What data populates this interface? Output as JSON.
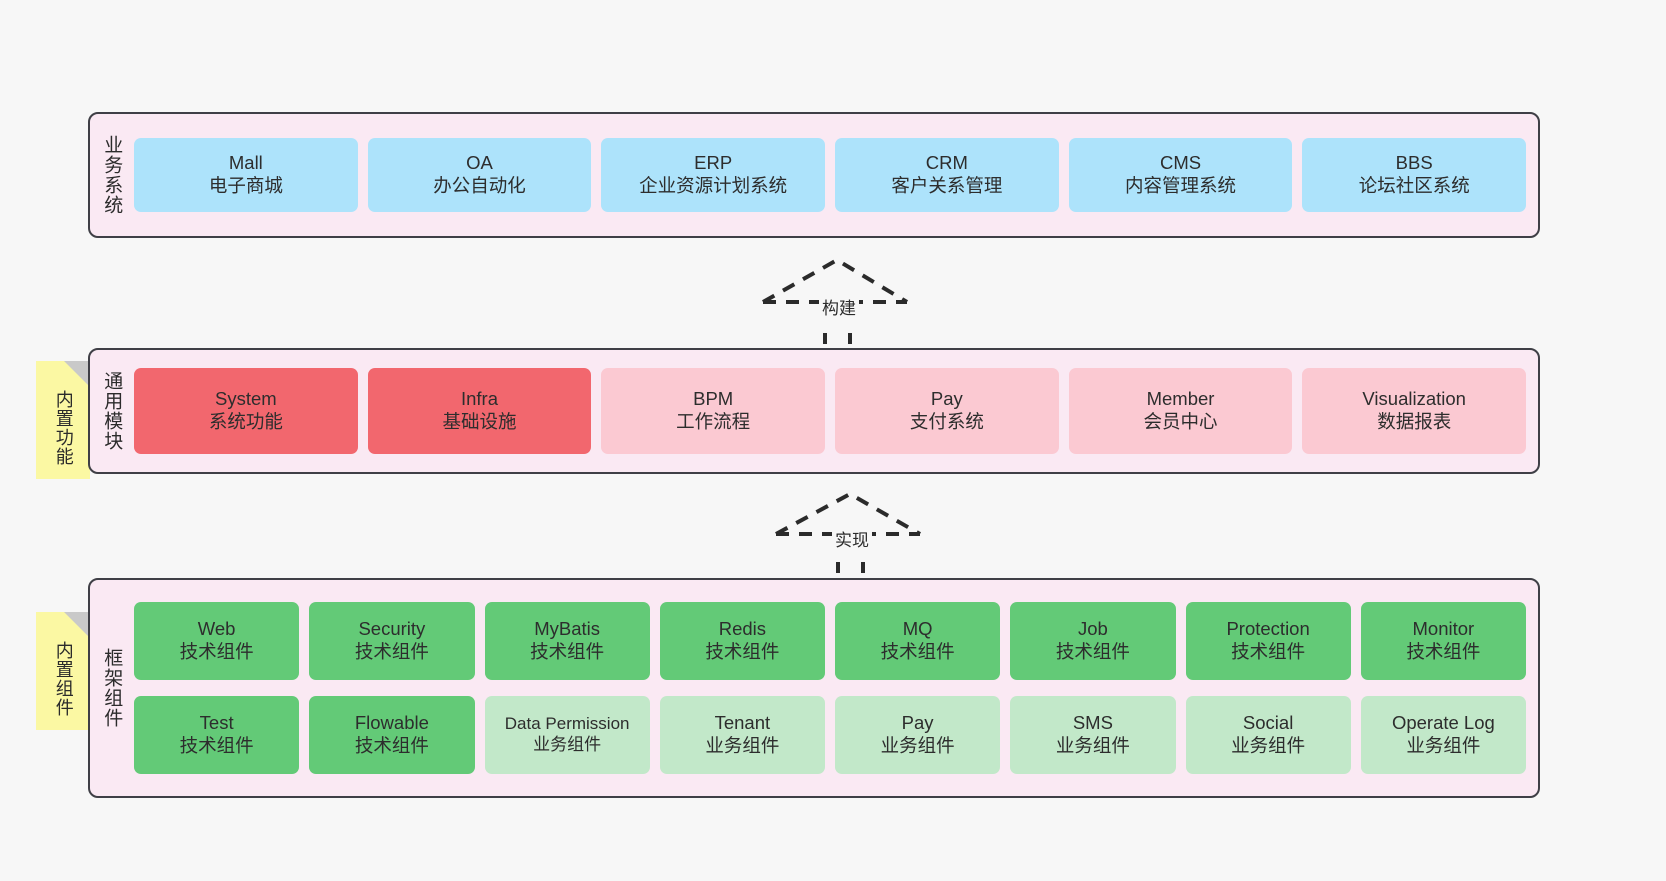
{
  "diagram": {
    "title": "ruoyi-vue-pro architecture layers",
    "colors": {
      "layer_bg": "#fae9f3",
      "layer_border": "#3f3f46",
      "business": "#ade3fb",
      "module_primary": "#f2676e",
      "module_secondary": "#fbc9d2",
      "tech_component": "#63ca77",
      "biz_component": "#c2e8c9",
      "sticky": "#fbf8a3",
      "sticky_fold": "#c9c9c9",
      "canvas": "#f7f7f7"
    },
    "layers": [
      {
        "id": "business-system",
        "title": "业务系统",
        "cards": [
          {
            "l1": "Mall",
            "l2": "电子商城",
            "color": "blue"
          },
          {
            "l1": "OA",
            "l2": "办公自动化",
            "color": "blue"
          },
          {
            "l1": "ERP",
            "l2": "企业资源计划系统",
            "color": "blue"
          },
          {
            "l1": "CRM",
            "l2": "客户关系管理",
            "color": "blue"
          },
          {
            "l1": "CMS",
            "l2": "内容管理系统",
            "color": "blue"
          },
          {
            "l1": "BBS",
            "l2": "论坛社区系统",
            "color": "blue"
          }
        ]
      },
      {
        "id": "common-module",
        "title": "通用模块",
        "sticky": "内置功能",
        "cards": [
          {
            "l1": "System",
            "l2": "系统功能",
            "color": "red"
          },
          {
            "l1": "Infra",
            "l2": "基础设施",
            "color": "red"
          },
          {
            "l1": "BPM",
            "l2": "工作流程",
            "color": "pink"
          },
          {
            "l1": "Pay",
            "l2": "支付系统",
            "color": "pink"
          },
          {
            "l1": "Member",
            "l2": "会员中心",
            "color": "pink"
          },
          {
            "l1": "Visualization",
            "l2": "数据报表",
            "color": "pink"
          }
        ]
      },
      {
        "id": "framework-component",
        "title": "框架组件",
        "sticky": "内置组件",
        "rows": [
          [
            {
              "l1": "Web",
              "l2": "技术组件",
              "color": "green"
            },
            {
              "l1": "Security",
              "l2": "技术组件",
              "color": "green"
            },
            {
              "l1": "MyBatis",
              "l2": "技术组件",
              "color": "green"
            },
            {
              "l1": "Redis",
              "l2": "技术组件",
              "color": "green"
            },
            {
              "l1": "MQ",
              "l2": "技术组件",
              "color": "green"
            },
            {
              "l1": "Job",
              "l2": "技术组件",
              "color": "green"
            },
            {
              "l1": "Protection",
              "l2": "技术组件",
              "color": "green"
            },
            {
              "l1": "Monitor",
              "l2": "技术组件",
              "color": "green"
            }
          ],
          [
            {
              "l1": "Test",
              "l2": "技术组件",
              "color": "green"
            },
            {
              "l1": "Flowable",
              "l2": "技术组件",
              "color": "green"
            },
            {
              "l1": "Data Permission",
              "l2": "业务组件",
              "color": "lightgreen",
              "triple": true
            },
            {
              "l1": "Tenant",
              "l2": "业务组件",
              "color": "lightgreen"
            },
            {
              "l1": "Pay",
              "l2": "业务组件",
              "color": "lightgreen"
            },
            {
              "l1": "SMS",
              "l2": "业务组件",
              "color": "lightgreen"
            },
            {
              "l1": "Social",
              "l2": "业务组件",
              "color": "lightgreen"
            },
            {
              "l1": "Operate Log",
              "l2": "业务组件",
              "color": "lightgreen"
            }
          ]
        ]
      }
    ],
    "connectors": [
      {
        "id": "build",
        "label": "构建"
      },
      {
        "id": "implement",
        "label": "实现"
      }
    ]
  }
}
